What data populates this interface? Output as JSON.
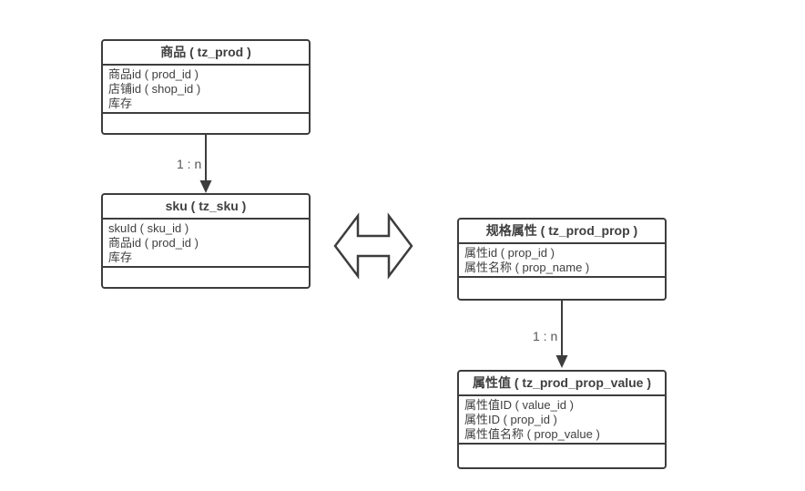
{
  "diagram": {
    "type": "entity-relationship",
    "colors": {
      "border": "#3d3d3d",
      "text": "#3f3f3f",
      "label": "#555555",
      "background": "#ffffff"
    },
    "entities": [
      {
        "key": "prod",
        "title": "商品 ( tz_prod )",
        "rows": [
          "商品id ( prod_id )",
          "店铺id ( shop_id )",
          "库存"
        ]
      },
      {
        "key": "sku",
        "title": "sku ( tz_sku )",
        "rows": [
          "skuId ( sku_id )",
          "商品id ( prod_id )",
          "库存"
        ]
      },
      {
        "key": "prod_prop",
        "title": "规格属性 ( tz_prod_prop )",
        "rows": [
          "属性id ( prop_id )",
          "属性名称 ( prop_name )"
        ]
      },
      {
        "key": "prod_prop_value",
        "title": "属性值 ( tz_prod_prop_value )",
        "rows": [
          "属性值ID ( value_id )",
          "属性ID ( prop_id )",
          "属性值名称 ( prop_value )"
        ]
      }
    ],
    "connectors": [
      {
        "from": "prod",
        "to": "sku",
        "label": "1 : n",
        "style": "arrow-down"
      },
      {
        "from": "prod_prop",
        "to": "prod_prop_value",
        "label": "1 : n",
        "style": "arrow-down"
      }
    ],
    "double_arrow": {
      "between": [
        "sku",
        "prod_prop"
      ],
      "direction": "both"
    }
  }
}
